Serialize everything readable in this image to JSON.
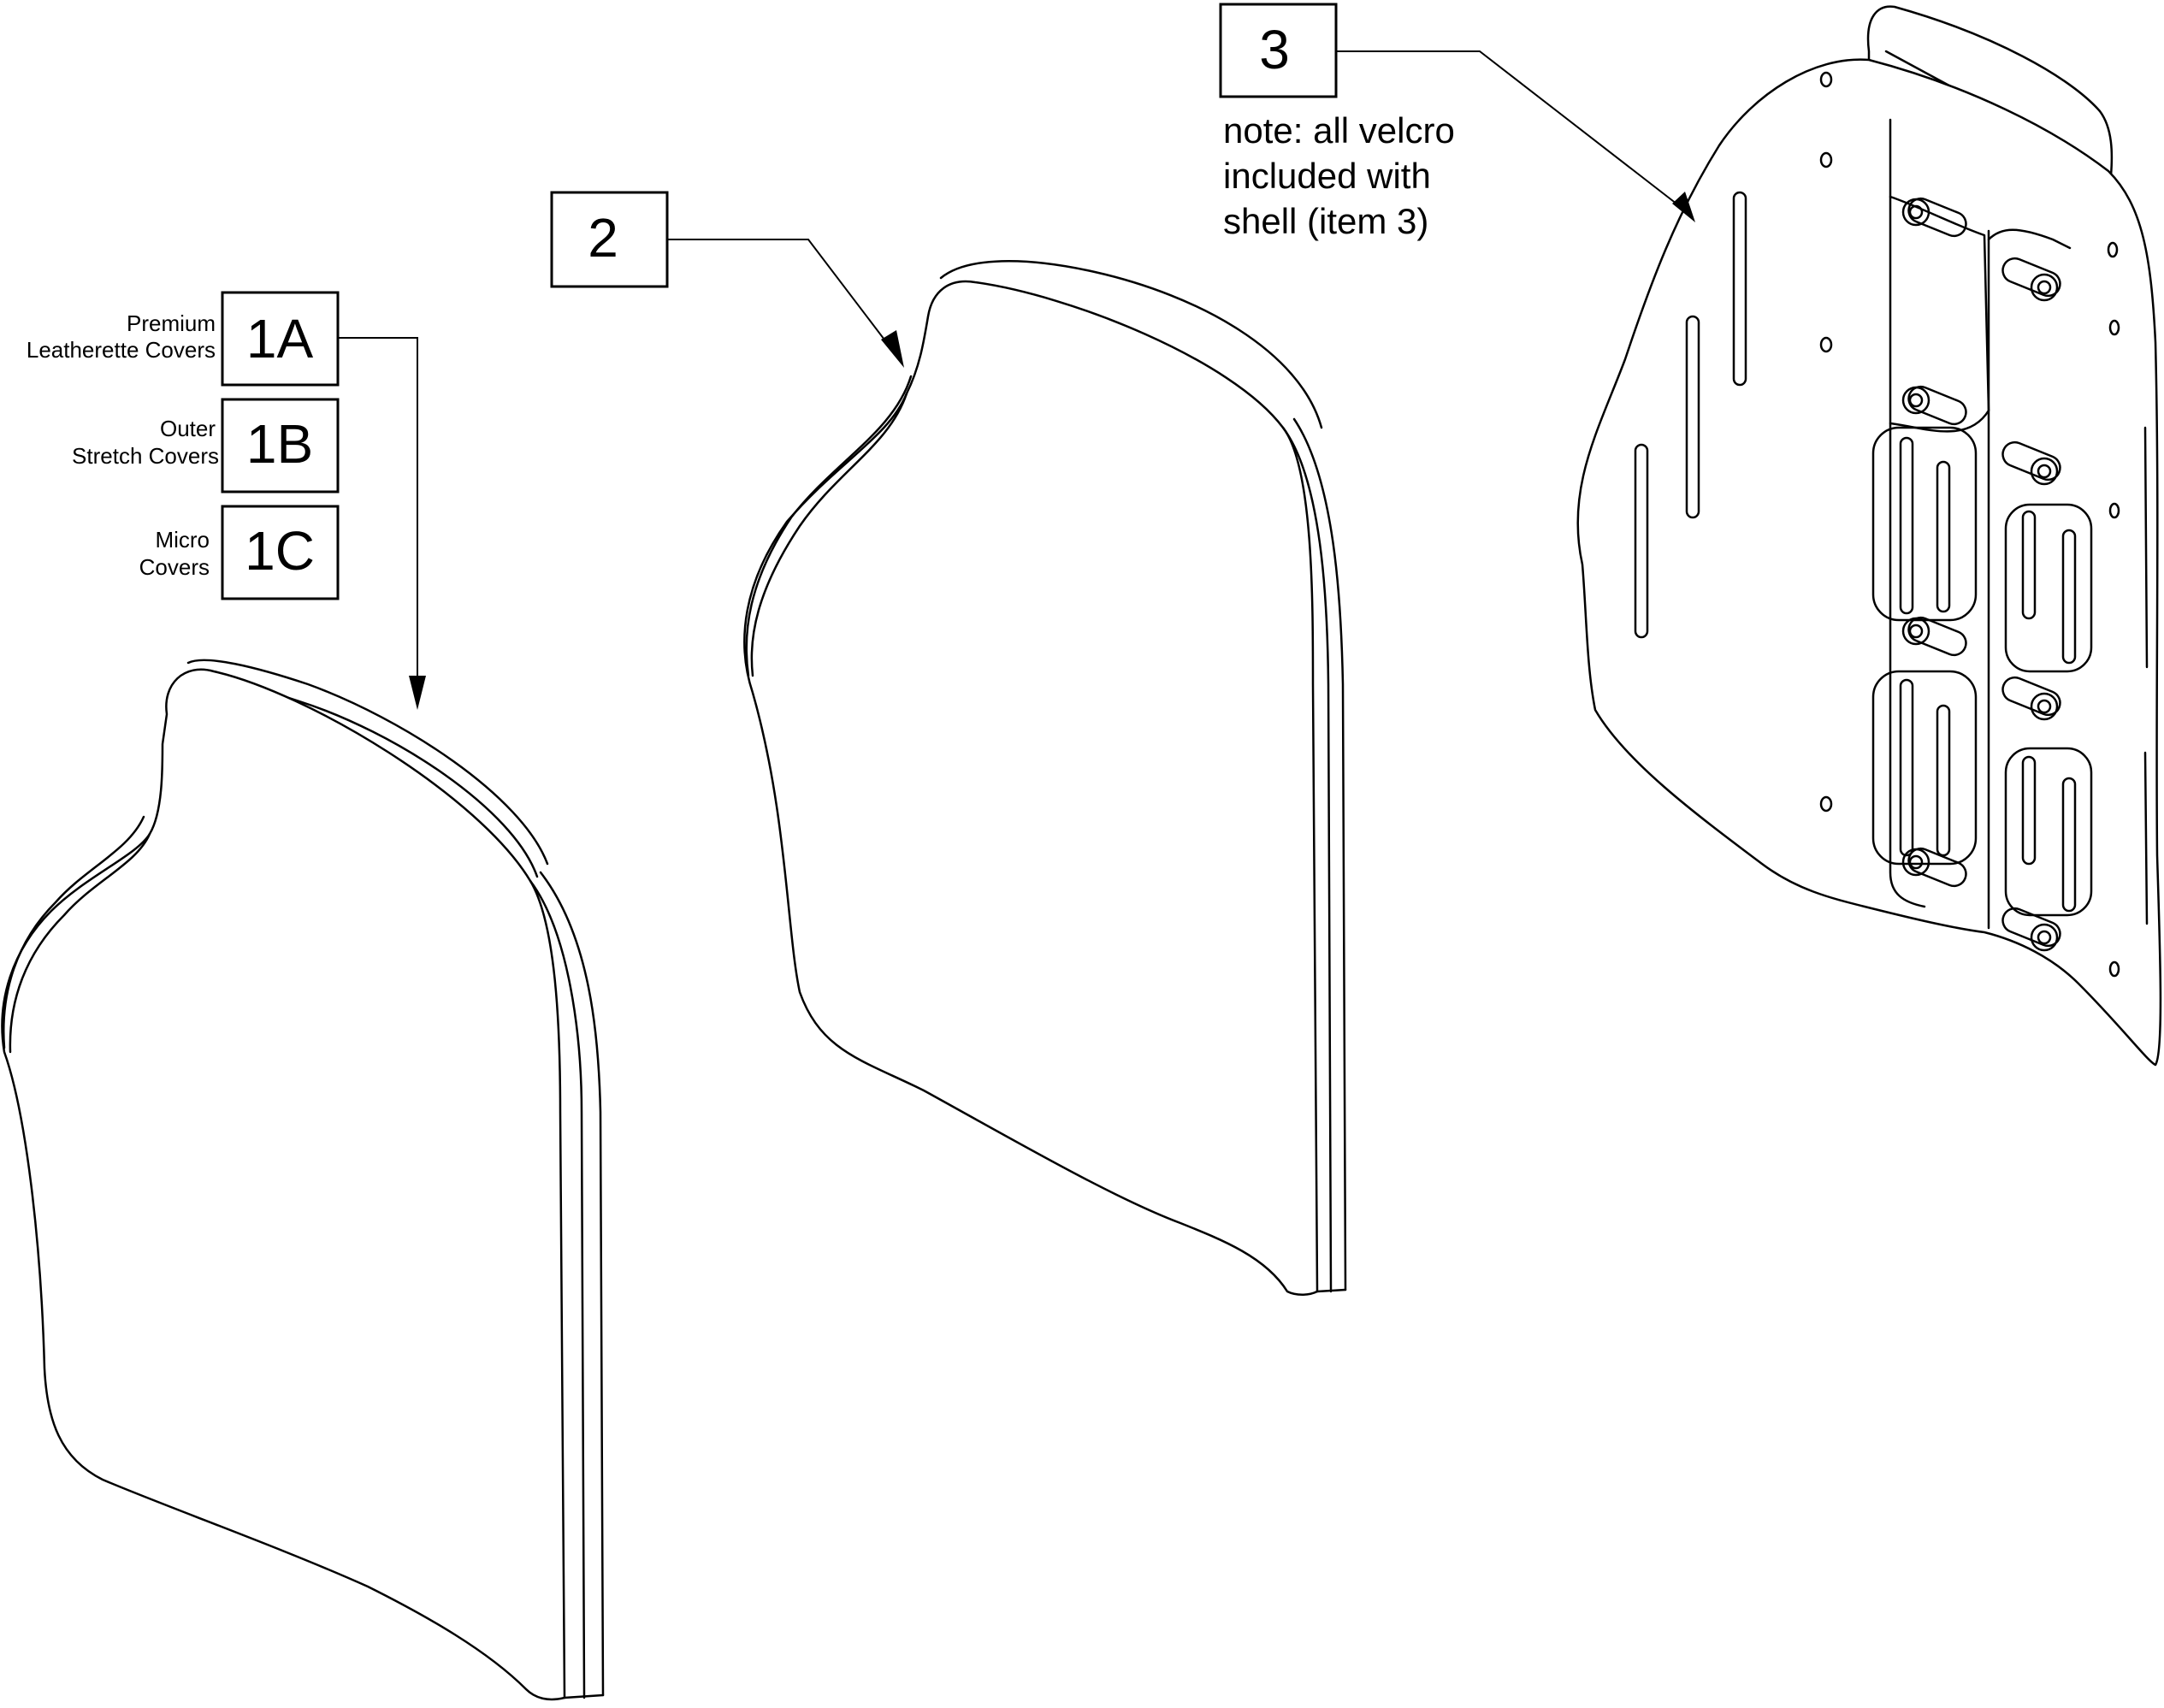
{
  "callouts": {
    "c1a": {
      "number": "1A",
      "label_line1": "Premium",
      "label_line2": "Leatherette Covers"
    },
    "c1b": {
      "number": "1B",
      "label_line1": "Outer",
      "label_line2": "Stretch Covers"
    },
    "c1c": {
      "number": "1C",
      "label_line1": "Micro",
      "label_line2": "Covers"
    },
    "c2": {
      "number": "2"
    },
    "c3": {
      "number": "3"
    }
  },
  "note": {
    "line1": "note: all velcro",
    "line2": "included with",
    "line3": "shell (item 3)"
  }
}
